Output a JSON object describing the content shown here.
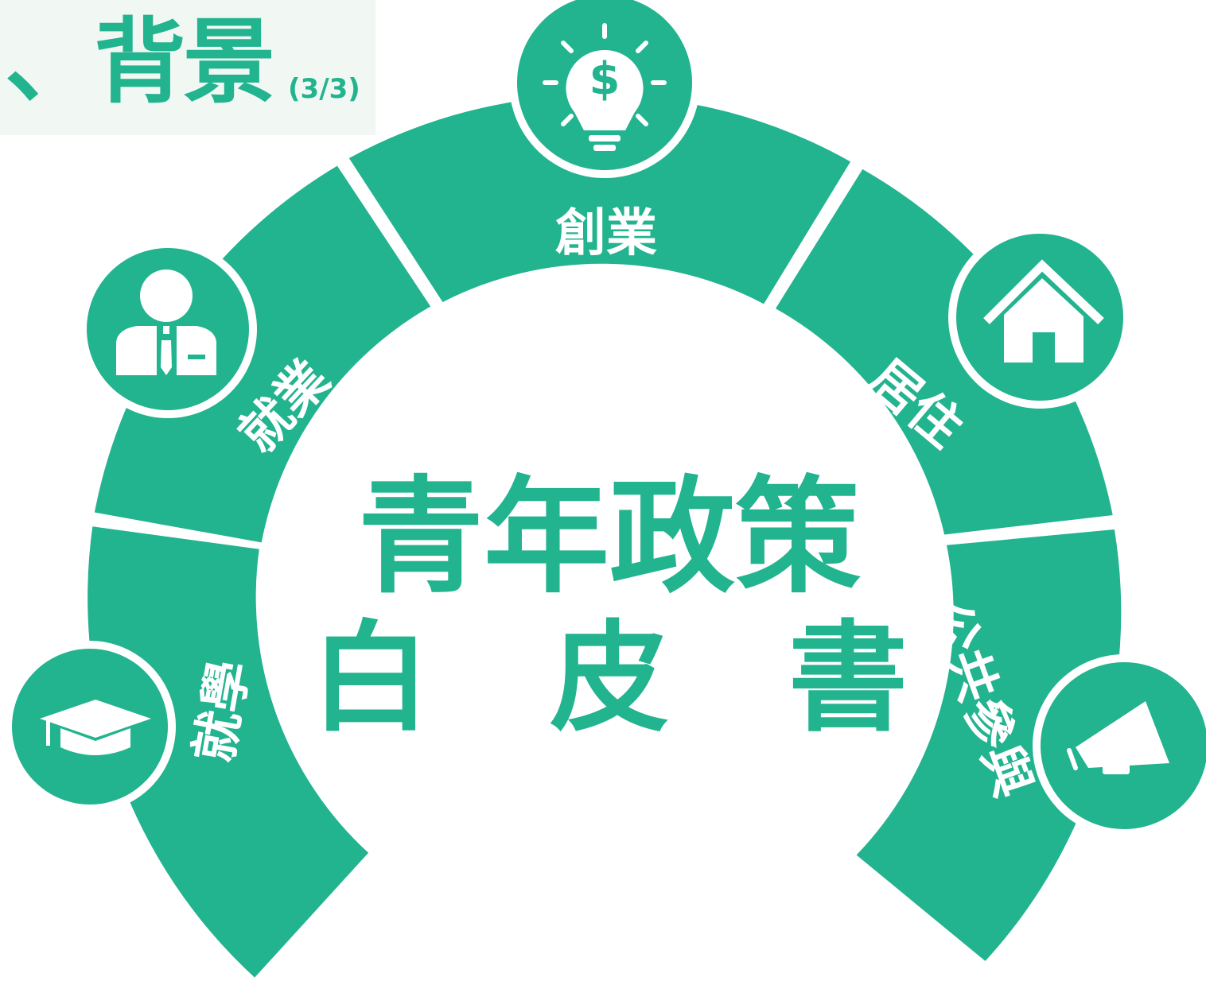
{
  "header": {
    "title": "、背景",
    "subtitle": "(3/3)"
  },
  "center": {
    "line1": "青年政策",
    "line2": "白　皮　書"
  },
  "segments": [
    {
      "label": "就學",
      "icon": "graduation-cap-icon"
    },
    {
      "label": "就業",
      "icon": "businessman-icon"
    },
    {
      "label": "創業",
      "icon": "lightbulb-dollar-icon"
    },
    {
      "label": "居住",
      "icon": "house-icon"
    },
    {
      "label": "公共參與",
      "icon": "megaphone-icon"
    }
  ],
  "colors": {
    "accent": "#22b38f",
    "title_bg": "#f1f8f3",
    "white": "#ffffff"
  }
}
